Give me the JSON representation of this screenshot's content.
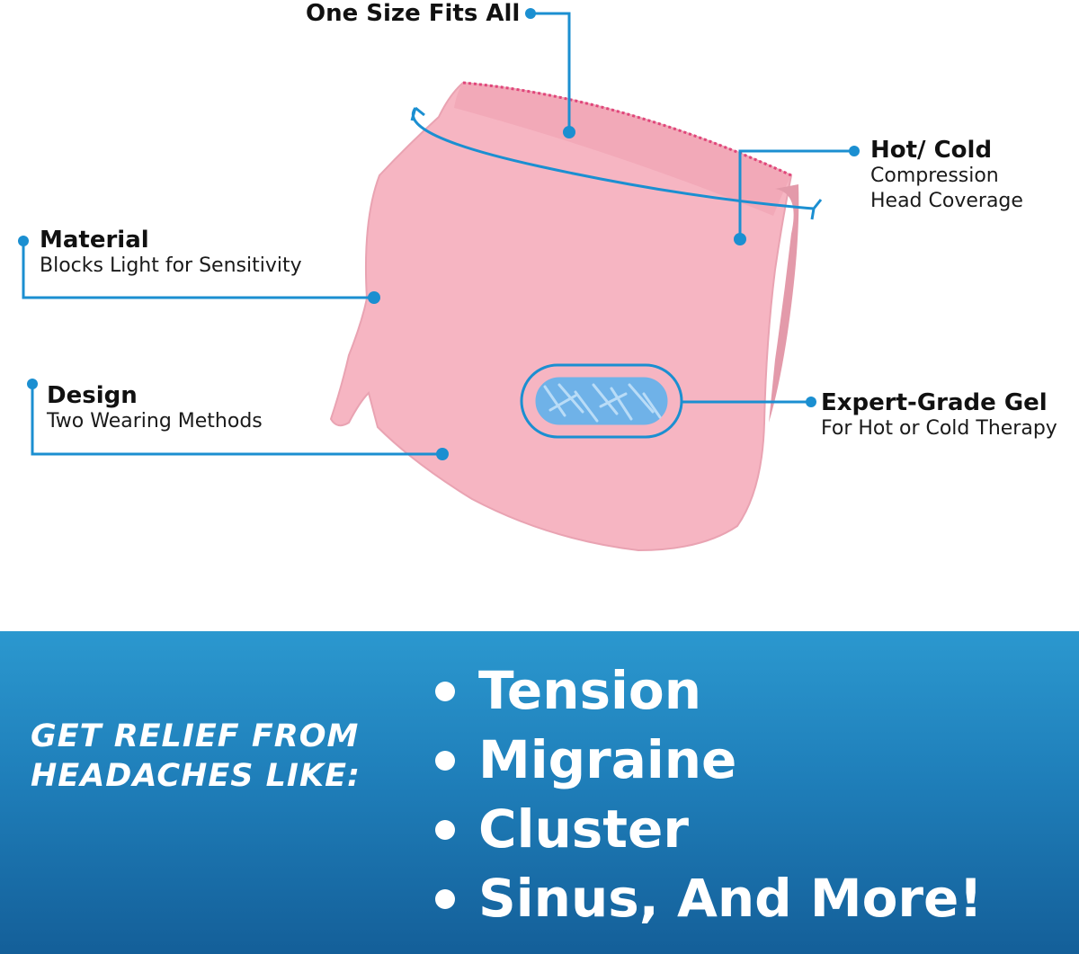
{
  "colors": {
    "accent": "#1b8fd1",
    "product": "#f6b5c2",
    "banner": "#1f7fba",
    "gel": "#6fb2e8"
  },
  "callouts": {
    "size": {
      "title": "One Size Fits All"
    },
    "hot_cold": {
      "title": "Hot/ Cold",
      "line1": "Compression",
      "line2": "Head Coverage"
    },
    "material": {
      "title": "Material",
      "subtitle": "Blocks Light for Sensitivity"
    },
    "design": {
      "title": "Design",
      "subtitle": "Two Wearing Methods"
    },
    "gel": {
      "title": "Expert-Grade Gel",
      "subtitle": "For Hot or Cold Therapy"
    }
  },
  "banner": {
    "heading_line1": "GET RELIEF FROM",
    "heading_line2": "HEADACHES LIKE:",
    "items": [
      "Tension",
      "Migraine",
      "Cluster",
      "Sinus, And More!"
    ]
  }
}
